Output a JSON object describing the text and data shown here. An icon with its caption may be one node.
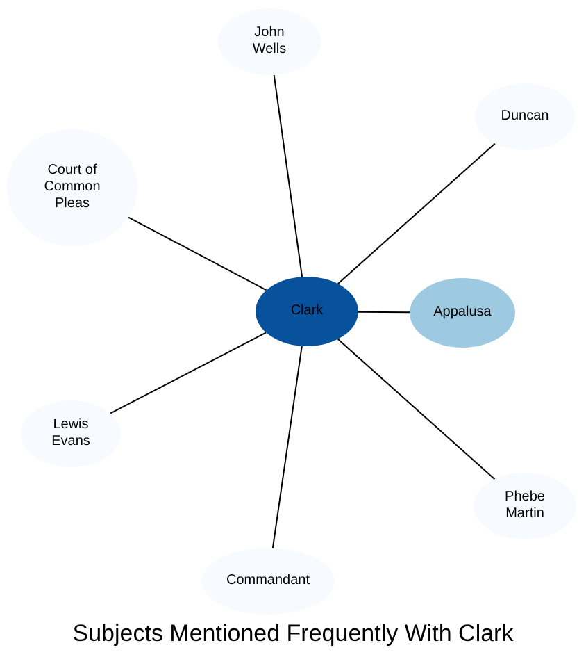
{
  "diagram": {
    "title": "Subjects Mentioned Frequently With Clark",
    "nodes": [
      {
        "text": [
          "John Wells"
        ]
      },
      {
        "text": [
          "Duncan"
        ]
      },
      {
        "text": [
          "Court of Common Pleas"
        ]
      },
      {
        "text": [
          "Clark"
        ]
      },
      {
        "text": [
          "Appalusa"
        ]
      },
      {
        "text": [
          "Lewis Evans"
        ]
      },
      {
        "text": [
          "Phebe Martin"
        ]
      },
      {
        "text": [
          "Commandant"
        ]
      }
    ],
    "edges": [
      {
        "from": 3,
        "to": 0,
        "arrow": "none"
      },
      {
        "from": 3,
        "to": 1,
        "arrow": "none"
      },
      {
        "from": 3,
        "to": 2,
        "arrow": "none"
      },
      {
        "from": 3,
        "to": 4,
        "arrow": "none"
      },
      {
        "from": 3,
        "to": 5,
        "arrow": "none"
      },
      {
        "from": 3,
        "to": 6,
        "arrow": "none"
      },
      {
        "from": 3,
        "to": 7,
        "arrow": "none"
      }
    ]
  }
}
